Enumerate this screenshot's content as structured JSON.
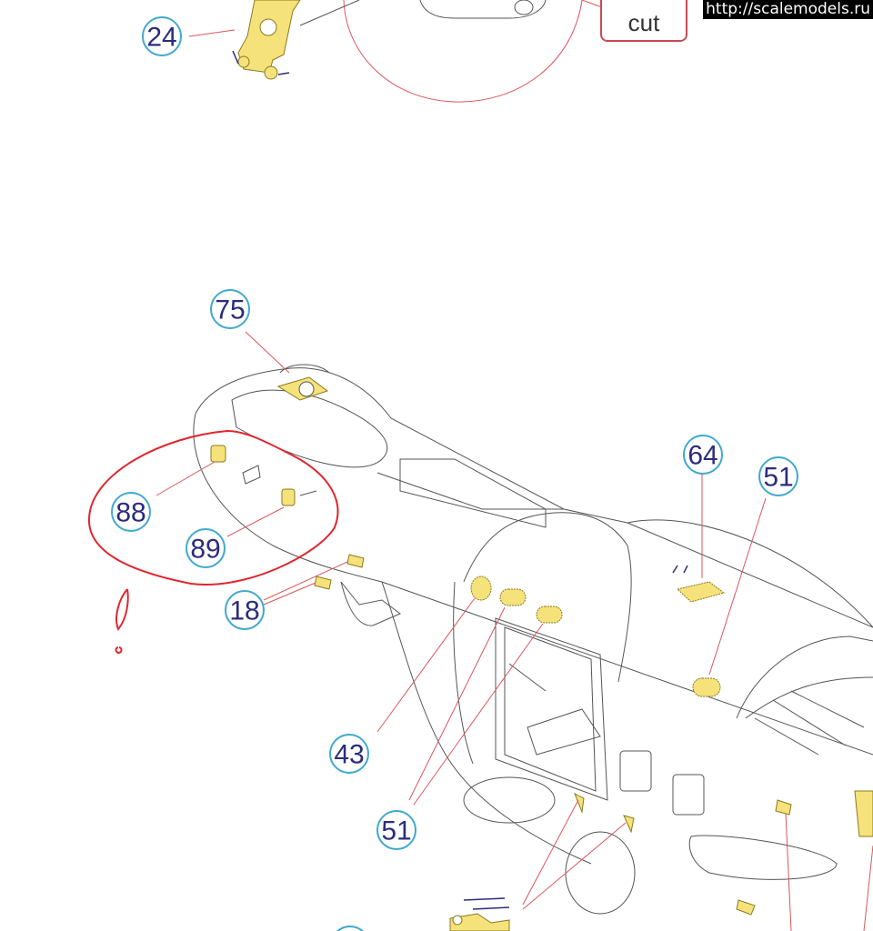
{
  "watermark": "http://scalemodels.ru",
  "cut_label": "cut",
  "callouts": [
    "24",
    "75",
    "64",
    "51",
    "88",
    "89",
    "18",
    "43",
    "51"
  ],
  "colors": {
    "callout_ring": "#3fa9cf",
    "callout_text": "#2b2c7c",
    "photoetch": "#f6e27a",
    "leader": "#d9575b",
    "highlight": "#e0262e"
  }
}
